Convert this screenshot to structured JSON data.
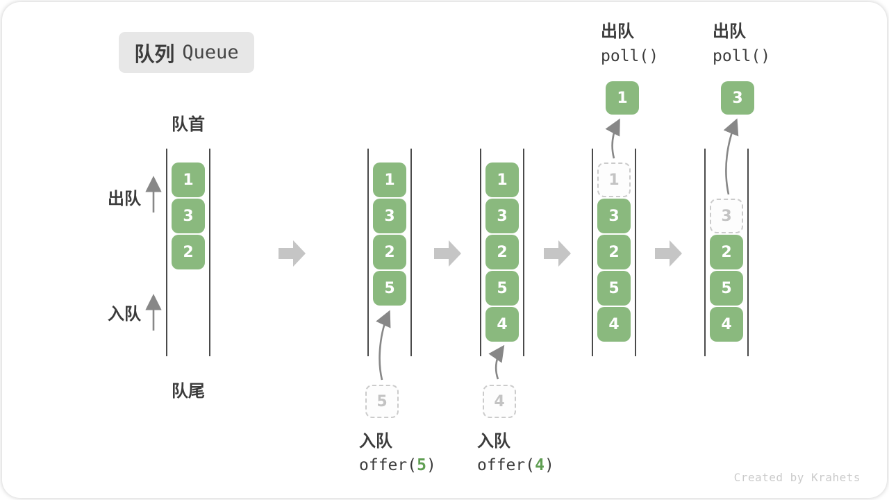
{
  "title": {
    "zh": "队列",
    "en": "Queue"
  },
  "side_labels": {
    "front": "队首",
    "rear": "队尾",
    "dequeue": "出队",
    "enqueue": "入队"
  },
  "watermark": "Created by Krahets",
  "colors": {
    "box_green": "#8ab97e",
    "box_number": "#ffffff",
    "code_green": "#5f9e52",
    "text_dark": "#3b3b3b",
    "block_arrow": "#c5c5c5",
    "thin_arrow": "#878787",
    "dashed_text": "#c3c3c3",
    "channel_line": "#4a4a4a",
    "title_bg": "#e7e7e7",
    "watermark_gray": "#cacaca"
  },
  "queue_states": [
    {
      "boxes": [
        {
          "row": 0,
          "value": "1",
          "style": "solid"
        },
        {
          "row": 1,
          "value": "3",
          "style": "solid"
        },
        {
          "row": 2,
          "value": "2",
          "style": "solid"
        }
      ]
    },
    {
      "boxes": [
        {
          "row": 0,
          "value": "1",
          "style": "solid"
        },
        {
          "row": 1,
          "value": "3",
          "style": "solid"
        },
        {
          "row": 2,
          "value": "2",
          "style": "solid"
        },
        {
          "row": 3,
          "value": "5",
          "style": "solid"
        }
      ],
      "incoming_value": "5",
      "caption_zh": "入队",
      "caption_code": {
        "pre": "offer(",
        "val": "5",
        "post": ")"
      }
    },
    {
      "boxes": [
        {
          "row": 0,
          "value": "1",
          "style": "solid"
        },
        {
          "row": 1,
          "value": "3",
          "style": "solid"
        },
        {
          "row": 2,
          "value": "2",
          "style": "solid"
        },
        {
          "row": 3,
          "value": "5",
          "style": "solid"
        },
        {
          "row": 4,
          "value": "4",
          "style": "solid"
        }
      ],
      "incoming_value": "4",
      "caption_zh": "入队",
      "caption_code": {
        "pre": "offer(",
        "val": "4",
        "post": ")"
      }
    },
    {
      "boxes": [
        {
          "row": 0,
          "value": "1",
          "style": "dashed"
        },
        {
          "row": 1,
          "value": "3",
          "style": "solid"
        },
        {
          "row": 2,
          "value": "2",
          "style": "solid"
        },
        {
          "row": 3,
          "value": "5",
          "style": "solid"
        },
        {
          "row": 4,
          "value": "4",
          "style": "solid"
        }
      ],
      "outgoing_value": "1",
      "top_zh": "出队",
      "top_code": "poll()"
    },
    {
      "boxes": [
        {
          "row": 1,
          "value": "3",
          "style": "dashed"
        },
        {
          "row": 2,
          "value": "2",
          "style": "solid"
        },
        {
          "row": 3,
          "value": "5",
          "style": "solid"
        },
        {
          "row": 4,
          "value": "4",
          "style": "solid"
        }
      ],
      "outgoing_value": "3",
      "top_zh": "出队",
      "top_code": "poll()"
    }
  ]
}
